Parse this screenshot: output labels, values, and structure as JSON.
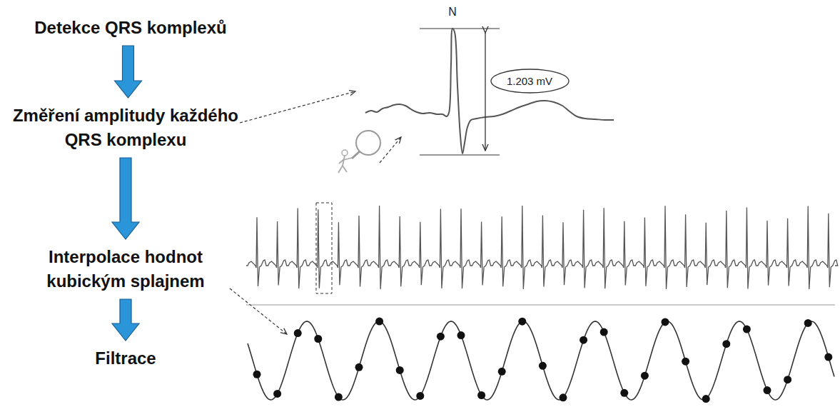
{
  "diagram": {
    "nodes": [
      {
        "text": [
          "Detekce QRS komplexů"
        ]
      },
      {
        "text": [
          "Změření amplitudy každého QRS komplexu"
        ]
      },
      {
        "text": [
          "Interpolace hodnot kubickým splajnem"
        ]
      },
      {
        "text": [
          "Filtrace"
        ]
      },
      {
        "text": [
          "1.203 mV"
        ]
      }
    ],
    "edges": [
      {
        "from": 0,
        "to": 1,
        "arrow": "to"
      },
      {
        "from": 1,
        "to": 2,
        "arrow": "to"
      },
      {
        "from": 2,
        "to": 3,
        "arrow": "to"
      }
    ],
    "labels": [
      "N"
    ]
  }
}
